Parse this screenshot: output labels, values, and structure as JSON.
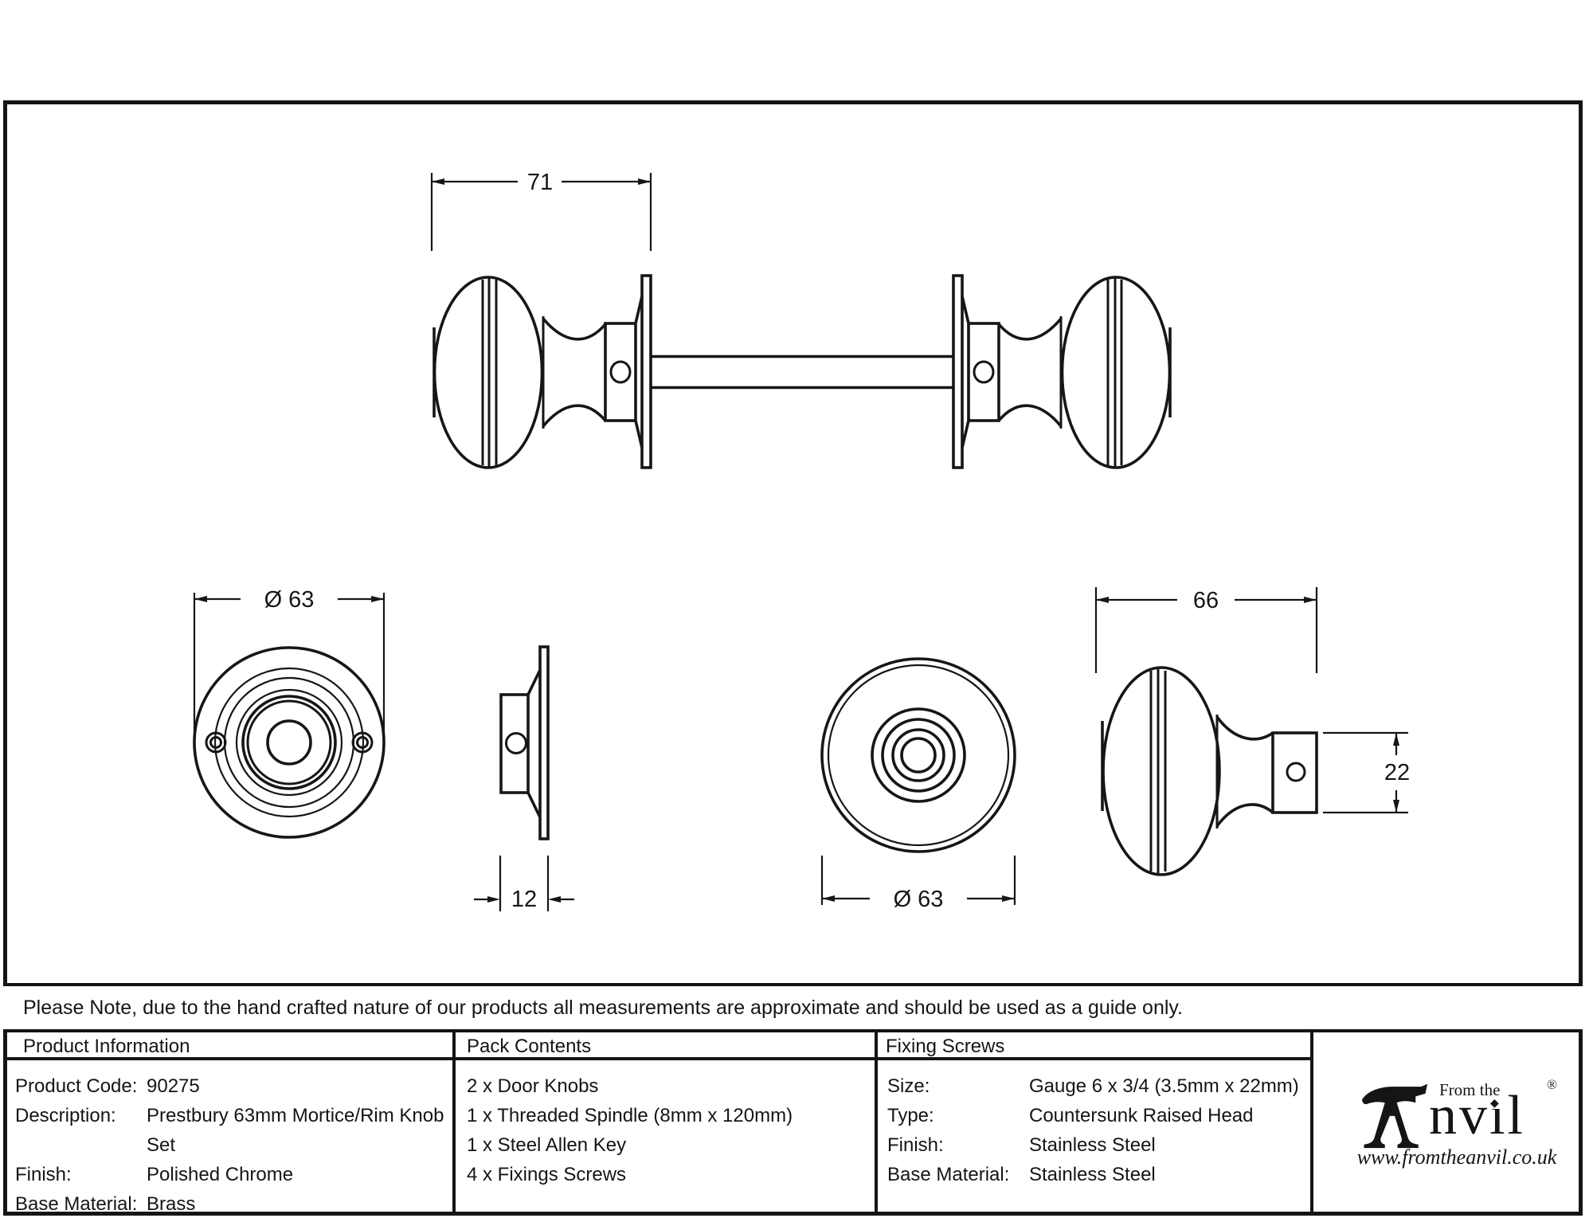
{
  "note": "Please Note, due to the hand crafted nature of our products all measurements are approximate and should be used as a guide only.",
  "drawing": {
    "dimensions": {
      "assembly_width": "71",
      "rose_diameter": "Ø 63",
      "rose_depth": "12",
      "knob_face_diameter": "Ø 63",
      "knob_length": "66",
      "collar_height": "22"
    }
  },
  "table": {
    "product_information": {
      "header": "Product Information",
      "rows": [
        {
          "label": "Product Code:",
          "value": "90275"
        },
        {
          "label": "Description:",
          "value": "Prestbury 63mm Mortice/Rim Knob Set"
        },
        {
          "label": "Finish:",
          "value": "Polished Chrome"
        },
        {
          "label": "Base Material:",
          "value": "Brass"
        }
      ]
    },
    "pack_contents": {
      "header": "Pack Contents",
      "items": [
        "2 x Door Knobs",
        "1 x Threaded Spindle (8mm x 120mm)",
        "1 x Steel Allen Key",
        "4 x Fixings Screws"
      ]
    },
    "fixing_screws": {
      "header": "Fixing Screws",
      "rows": [
        {
          "label": "Size:",
          "value": "Gauge 6 x 3/4 (3.5mm x 22mm)"
        },
        {
          "label": "Type:",
          "value": "Countersunk Raised Head"
        },
        {
          "label": "Finish:",
          "value": "Stainless Steel"
        },
        {
          "label": "Base Material:",
          "value": "Stainless Steel"
        }
      ]
    }
  },
  "logo": {
    "tagline": "From the",
    "brand_suffix": "nvil",
    "tittle": "◆",
    "registered": "®",
    "url": "www.fromtheanvil.co.uk"
  },
  "colors": {
    "line": "#161616",
    "background": "#ffffff"
  }
}
